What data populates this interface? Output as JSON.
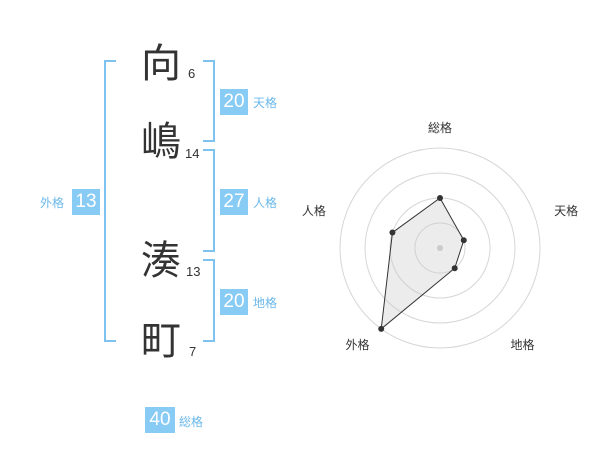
{
  "name": {
    "chars": [
      {
        "char": "向",
        "strokes": "6"
      },
      {
        "char": "嶋",
        "strokes": "14"
      },
      {
        "char": "湊",
        "strokes": "13"
      },
      {
        "char": "町",
        "strokes": "7"
      }
    ]
  },
  "fortunes": {
    "tenkaku": {
      "value": "20",
      "label": "天格"
    },
    "jinkaku": {
      "value": "27",
      "label": "人格"
    },
    "chikaku": {
      "value": "20",
      "label": "地格"
    },
    "gaikaku": {
      "value": "13",
      "label": "外格"
    },
    "soukaku": {
      "value": "40",
      "label": "総格"
    }
  },
  "colors": {
    "accent": "#88ccf6",
    "bracket": "#7ec3f0",
    "label": "#6ab8ea",
    "text": "#333333"
  },
  "chart_data": {
    "type": "radar",
    "axes": [
      "総格",
      "天格",
      "地格",
      "外格",
      "人格"
    ],
    "scale_max": 4,
    "rings": 4,
    "values": [
      2,
      1,
      1,
      4,
      2
    ]
  }
}
